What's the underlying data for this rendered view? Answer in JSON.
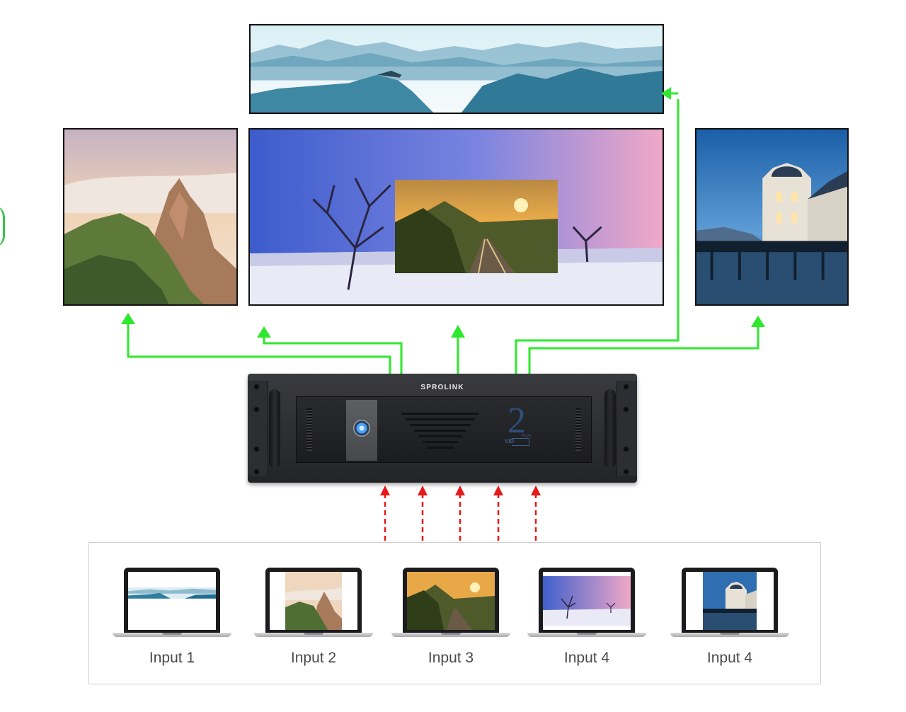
{
  "device": {
    "brand": "SPROLINK",
    "logo_number": "2",
    "logo_text": "VID",
    "logo_suffix": "PLUS"
  },
  "inputs": [
    {
      "label": "Input 1",
      "scene": "mountain-panorama"
    },
    {
      "label": "Input 2",
      "scene": "rocky-peak"
    },
    {
      "label": "Input 3",
      "scene": "railway-sunset"
    },
    {
      "label": "Input 4",
      "scene": "snow-trees"
    },
    {
      "label": "Input 4",
      "scene": "pier-building"
    }
  ],
  "colors": {
    "output_arrow": "#2ee82e",
    "input_arrow": "#e81818",
    "screen_border": "#111111"
  }
}
